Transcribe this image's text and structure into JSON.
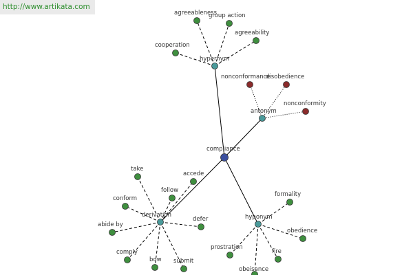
{
  "watermark": "http://www.artikata.com",
  "colors": {
    "center": "#3b4f9e",
    "relation": "#4a9a9a",
    "word": "#3f8f3f",
    "antonym_word": "#8b2b2b",
    "edge": "#000000"
  },
  "nodes": [
    {
      "id": "compliance",
      "label": "compliance",
      "kind": "center"
    },
    {
      "id": "hypernym",
      "label": "hypernym",
      "kind": "relation"
    },
    {
      "id": "antonym",
      "label": "antonym",
      "kind": "relation"
    },
    {
      "id": "derivation",
      "label": "derivation",
      "kind": "relation"
    },
    {
      "id": "hyponym",
      "label": "hyponym",
      "kind": "relation"
    },
    {
      "id": "agreeableness",
      "label": "agreeableness",
      "kind": "word"
    },
    {
      "id": "group_action",
      "label": "group action",
      "kind": "word"
    },
    {
      "id": "agreeability",
      "label": "agreeability",
      "kind": "word"
    },
    {
      "id": "cooperation",
      "label": "cooperation",
      "kind": "word"
    },
    {
      "id": "nonconformance",
      "label": "nonconformance",
      "kind": "antonym_word"
    },
    {
      "id": "disobedience",
      "label": "disobedience",
      "kind": "antonym_word"
    },
    {
      "id": "nonconformity",
      "label": "nonconformity",
      "kind": "antonym_word"
    },
    {
      "id": "take",
      "label": "take",
      "kind": "word"
    },
    {
      "id": "accede",
      "label": "accede",
      "kind": "word"
    },
    {
      "id": "follow",
      "label": "follow",
      "kind": "word"
    },
    {
      "id": "conform",
      "label": "conform",
      "kind": "word"
    },
    {
      "id": "defer",
      "label": "defer",
      "kind": "word"
    },
    {
      "id": "abide_by",
      "label": "abide by",
      "kind": "word"
    },
    {
      "id": "comply",
      "label": "comply",
      "kind": "word"
    },
    {
      "id": "bow",
      "label": "bow",
      "kind": "word"
    },
    {
      "id": "submit",
      "label": "submit",
      "kind": "word"
    },
    {
      "id": "formality",
      "label": "formality",
      "kind": "word"
    },
    {
      "id": "obedience",
      "label": "obedience",
      "kind": "word"
    },
    {
      "id": "prostration",
      "label": "prostration",
      "kind": "word"
    },
    {
      "id": "fire",
      "label": "fire",
      "kind": "word"
    },
    {
      "id": "obeisance",
      "label": "obeisance",
      "kind": "word"
    }
  ],
  "edges": [
    {
      "from": "compliance",
      "to": "hypernym",
      "style": "solid"
    },
    {
      "from": "compliance",
      "to": "antonym",
      "style": "solid"
    },
    {
      "from": "compliance",
      "to": "derivation",
      "style": "solid"
    },
    {
      "from": "compliance",
      "to": "hyponym",
      "style": "solid"
    },
    {
      "from": "hypernym",
      "to": "agreeableness",
      "style": "dashed"
    },
    {
      "from": "hypernym",
      "to": "group_action",
      "style": "dashed"
    },
    {
      "from": "hypernym",
      "to": "agreeability",
      "style": "dashed"
    },
    {
      "from": "hypernym",
      "to": "cooperation",
      "style": "dashed"
    },
    {
      "from": "antonym",
      "to": "nonconformance",
      "style": "dotted"
    },
    {
      "from": "antonym",
      "to": "disobedience",
      "style": "dotted"
    },
    {
      "from": "antonym",
      "to": "nonconformity",
      "style": "dotted"
    },
    {
      "from": "derivation",
      "to": "take",
      "style": "dashed"
    },
    {
      "from": "derivation",
      "to": "accede",
      "style": "dashed"
    },
    {
      "from": "derivation",
      "to": "follow",
      "style": "dashed"
    },
    {
      "from": "derivation",
      "to": "conform",
      "style": "dashed"
    },
    {
      "from": "derivation",
      "to": "defer",
      "style": "dashed"
    },
    {
      "from": "derivation",
      "to": "abide_by",
      "style": "dashed"
    },
    {
      "from": "derivation",
      "to": "comply",
      "style": "dashed"
    },
    {
      "from": "derivation",
      "to": "bow",
      "style": "dashed"
    },
    {
      "from": "derivation",
      "to": "submit",
      "style": "dashed"
    },
    {
      "from": "hyponym",
      "to": "formality",
      "style": "dashed"
    },
    {
      "from": "hyponym",
      "to": "obedience",
      "style": "dashed"
    },
    {
      "from": "hyponym",
      "to": "prostration",
      "style": "dashed"
    },
    {
      "from": "hyponym",
      "to": "fire",
      "style": "dashed"
    },
    {
      "from": "hyponym",
      "to": "obeisance",
      "style": "dashed"
    }
  ]
}
